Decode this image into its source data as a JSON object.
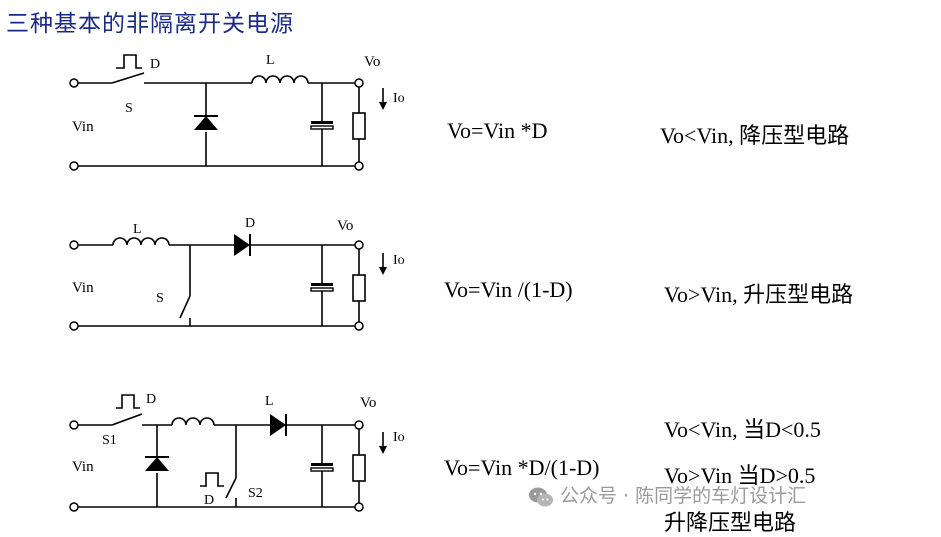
{
  "title": "三种基本的非隔离开关电源",
  "circuits": [
    {
      "id": "buck",
      "labels": {
        "switch": "S",
        "duty": "D",
        "inductor": "L",
        "vin": "Vin",
        "vo": "Vo",
        "io": "Io"
      },
      "equation": "Vo=Vin *D",
      "description": "Vo<Vin, 降压型电路"
    },
    {
      "id": "boost",
      "labels": {
        "inductor": "L",
        "diode": "D",
        "switch": "S",
        "vin": "Vin",
        "vo": "Vo",
        "io": "Io"
      },
      "equation": "Vo=Vin /(1-D)",
      "description": "Vo>Vin, 升压型电路"
    },
    {
      "id": "buck-boost",
      "labels": {
        "switch1": "S1",
        "duty1": "D",
        "inductor": "L",
        "switch2": "S2",
        "duty2": "D",
        "vin": "Vin",
        "vo": "Vo",
        "io": "Io"
      },
      "equation": "Vo=Vin *D/(1-D)",
      "conditions": [
        "Vo<Vin, 当D<0.5",
        "Vo>Vin 当D>0.5",
        "升降压型电路"
      ]
    }
  ],
  "watermark": "公众号 · 陈同学的车灯设计汇"
}
